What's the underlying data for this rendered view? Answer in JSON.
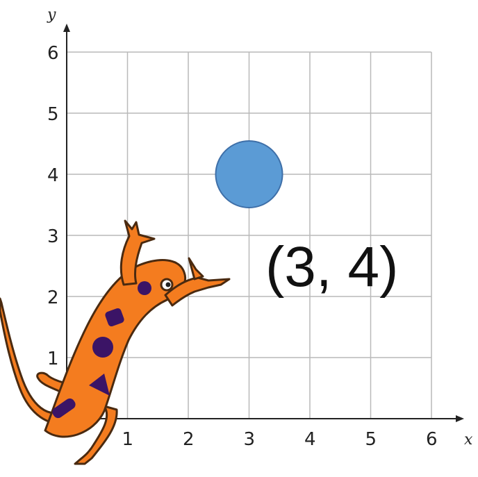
{
  "chart_data": {
    "type": "scatter",
    "xlabel": "x",
    "ylabel": "y",
    "x_ticks": [
      "1",
      "2",
      "3",
      "4",
      "5",
      "6"
    ],
    "y_ticks": [
      "1",
      "2",
      "3",
      "4",
      "5",
      "6"
    ],
    "xlim": [
      0,
      6
    ],
    "ylim": [
      0,
      6
    ],
    "grid": true,
    "points": [
      {
        "x": 3,
        "y": 4,
        "color": "#5b9bd5",
        "marker": "circle"
      }
    ],
    "annotations": [
      {
        "text": "(3, 4)",
        "x": 3,
        "y": 4
      }
    ]
  },
  "illustration": {
    "subject": "salamander",
    "body_color": "#f47c1f",
    "spot_color": "#3b1466",
    "outline_color": "#4a2a10"
  }
}
